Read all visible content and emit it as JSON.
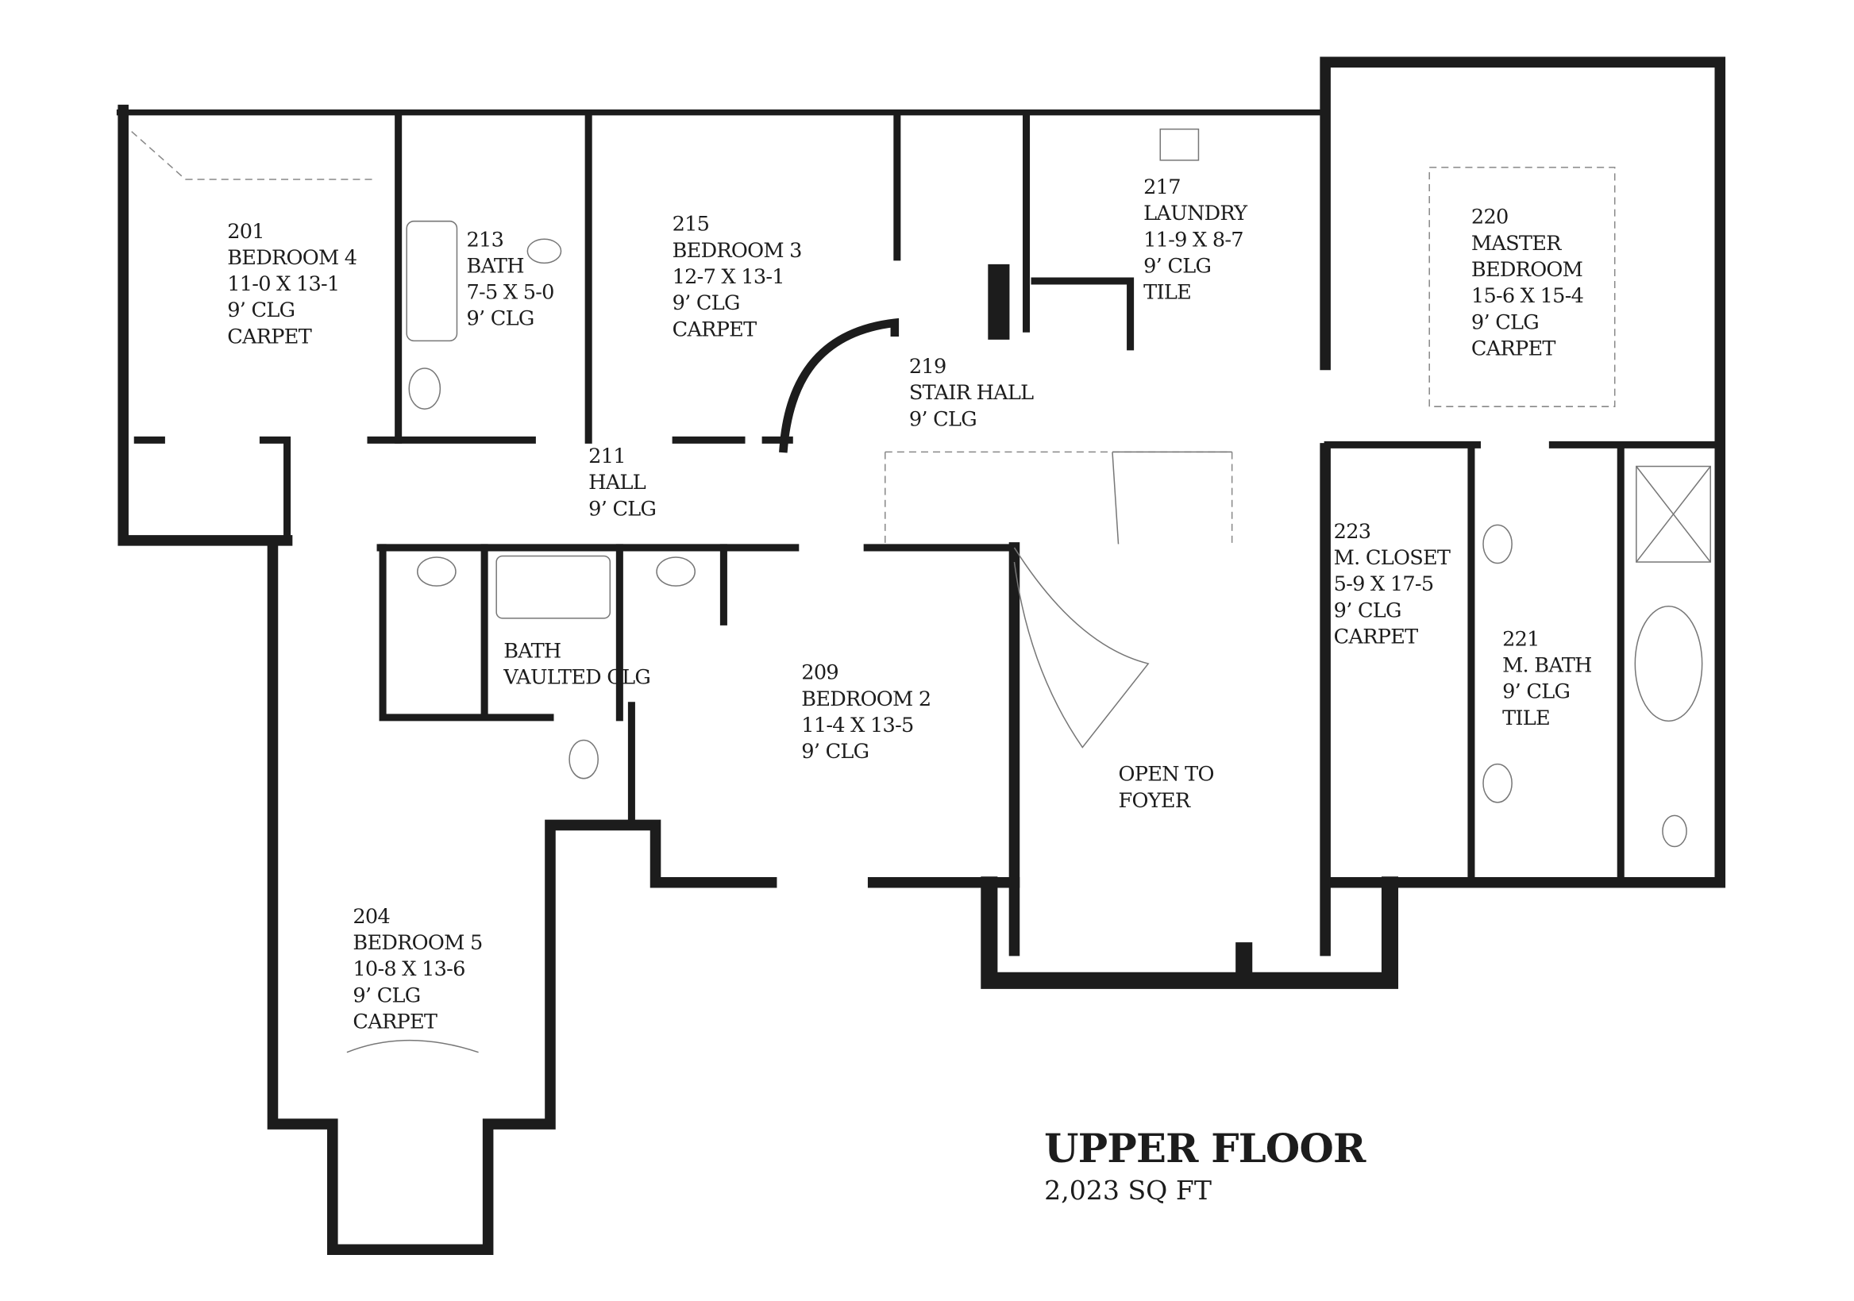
{
  "plan": {
    "title": "UPPER FLOOR",
    "area": "2,023 SQ FT",
    "rooms": [
      {
        "id": "201",
        "lines": [
          "201",
          "BEDROOM 4",
          "11-0 X 13-1",
          "9’ CLG",
          "CARPET"
        ]
      },
      {
        "id": "213",
        "lines": [
          "213",
          "BATH",
          "7-5 X 5-0",
          "9’ CLG"
        ]
      },
      {
        "id": "215",
        "lines": [
          "215",
          "BEDROOM 3",
          "12-7 X 13-1",
          "9’ CLG",
          "CARPET"
        ]
      },
      {
        "id": "217",
        "lines": [
          "217",
          "LAUNDRY",
          "11-9 X 8-7",
          "9’ CLG",
          "TILE"
        ]
      },
      {
        "id": "220",
        "lines": [
          "220",
          "MASTER",
          "BEDROOM",
          "15-6 X 15-4",
          "9’ CLG",
          "CARPET"
        ]
      },
      {
        "id": "219",
        "lines": [
          "219",
          "STAIR HALL",
          "9’ CLG"
        ]
      },
      {
        "id": "211",
        "lines": [
          "211",
          "HALL",
          "9’ CLG"
        ]
      },
      {
        "id": "223",
        "lines": [
          "223",
          "M. CLOSET",
          "5-9 X 17-5",
          "9’ CLG",
          "CARPET"
        ]
      },
      {
        "id": "221",
        "lines": [
          "221",
          "M. BATH",
          "9’ CLG",
          "TILE"
        ]
      },
      {
        "id": "bath",
        "lines": [
          "BATH",
          "VAULTED CLG"
        ]
      },
      {
        "id": "209",
        "lines": [
          "209",
          "BEDROOM 2",
          "11-4 X 13-5",
          "9’ CLG"
        ]
      },
      {
        "id": "foyer",
        "lines": [
          "OPEN TO",
          "FOYER"
        ]
      },
      {
        "id": "204",
        "lines": [
          "204",
          "BEDROOM 5",
          "10-8 X 13-6",
          "9’ CLG",
          "CARPET"
        ]
      }
    ]
  }
}
